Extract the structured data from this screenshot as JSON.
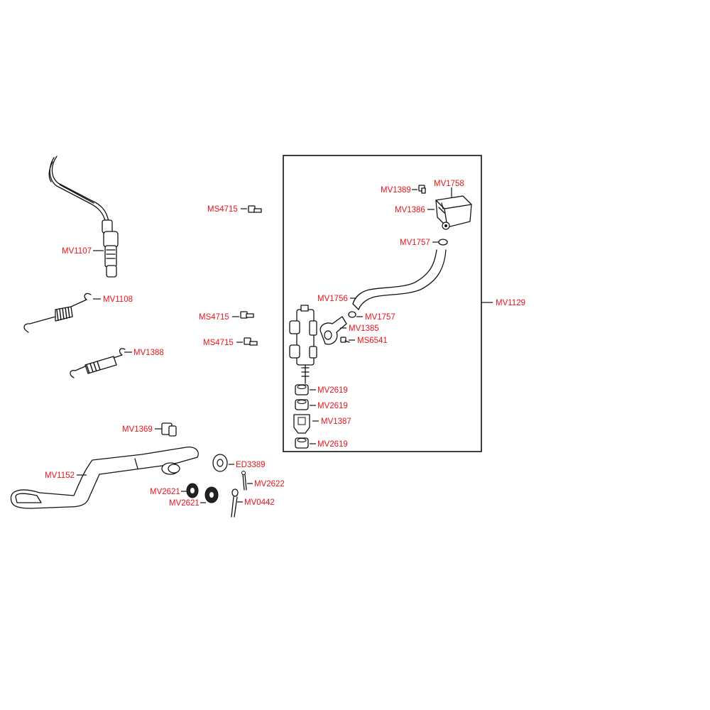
{
  "diagram": {
    "accent_color": "#e8141b",
    "labels": {
      "mv1107": "MV1107",
      "mv1108": "MV1108",
      "mv1388": "MV1388",
      "mv1369": "MV1369",
      "mv1152": "MV1152",
      "ed3389": "ED3389",
      "mv2621_a": "MV2621",
      "mv2621_b": "MV2621",
      "mv2622": "MV2622",
      "mv0442": "MV0442",
      "ms4715_a": "MS4715",
      "ms4715_b": "MS4715",
      "ms4715_c": "MS4715",
      "mv1389": "MV1389",
      "mv1758": "MV1758",
      "mv1386": "MV1386",
      "mv1757_a": "MV1757",
      "mv1756": "MV1756",
      "mv1757_b": "MV1757",
      "mv1385": "MV1385",
      "ms6541": "MS6541",
      "mv2619_a": "MV2619",
      "mv2619_b": "MV2619",
      "mv1387": "MV1387",
      "mv2619_c": "MV2619",
      "mv1129": "MV1129"
    }
  }
}
